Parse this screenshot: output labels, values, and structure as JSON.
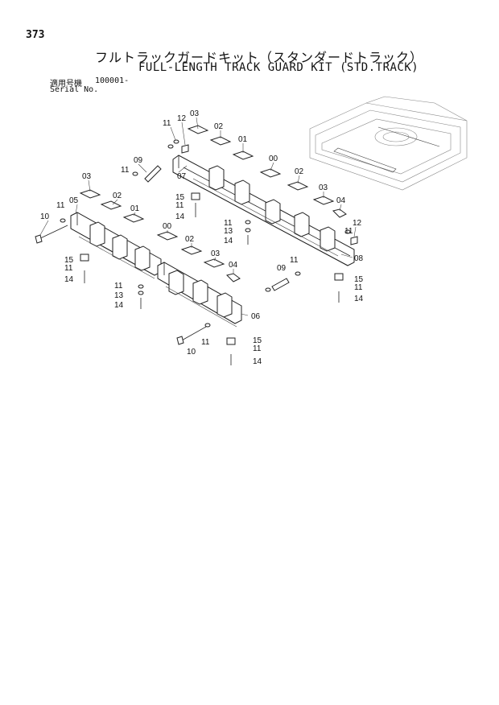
{
  "page": {
    "number": "373"
  },
  "title": {
    "japanese": "フルトラックガードキット（スタンダードトラック）",
    "english": "FULL-LENGTH TRACK GUARD KIT (STD.TRACK)"
  },
  "serial": {
    "label_jp": "適用号機",
    "code": "100001-",
    "label_en": "Serial No."
  },
  "callouts": {
    "c_11_a": "11",
    "c_12_a": "12",
    "c_03_a": "03",
    "c_02_a": "02",
    "c_01_a": "01",
    "c_00_a": "00",
    "c_02_b": "02",
    "c_03_b": "03",
    "c_04_a": "04",
    "c_12_b": "12",
    "c_11_b": "11",
    "c_08": "08",
    "c_07": "07",
    "c_09_a": "09",
    "c_11_c": "11",
    "c_15_a": "15",
    "c_11_d": "11",
    "c_14_a": "14",
    "c_11_e": "11",
    "c_13_a": "13",
    "c_14_b": "14",
    "c_03_c": "03",
    "c_02_c": "02",
    "c_01_b": "01",
    "c_05": "05",
    "c_10_a": "10",
    "c_11_f": "11",
    "c_15_b": "15",
    "c_11_g": "11",
    "c_14_c": "14",
    "c_00_b": "00",
    "c_02_d": "02",
    "c_03_d": "03",
    "c_04_b": "04",
    "c_09_b": "09",
    "c_11_h": "11",
    "c_15_c": "15",
    "c_11_i": "11",
    "c_14_d": "14",
    "c_11_j": "11",
    "c_13_b": "13",
    "c_14_e": "14",
    "c_06": "06",
    "c_10_b": "10",
    "c_11_k": "11",
    "c_15_d": "15",
    "c_11_l": "11",
    "c_14_f": "14"
  }
}
